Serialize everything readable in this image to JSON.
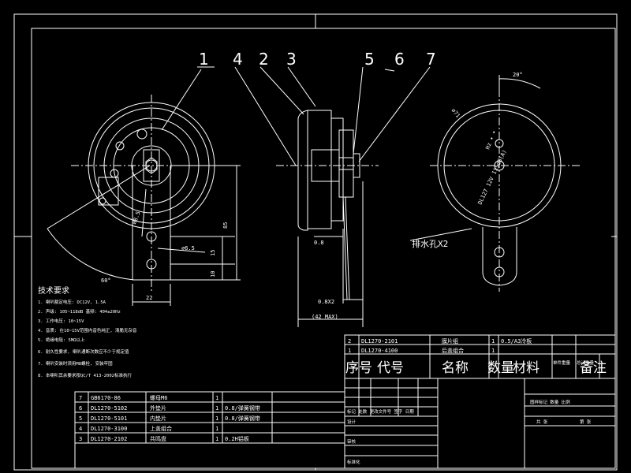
{
  "balloons": [
    "1",
    "4",
    "2",
    "3",
    "5",
    "6",
    "7"
  ],
  "dims": {
    "d85": "85",
    "d15": "15",
    "d10": "10",
    "d22": "22",
    "d65": "⌀6.5",
    "d85b": "⌀8.5",
    "a60": "60°",
    "a20": "20°",
    "d71": "⌀71",
    "d08": "0.8",
    "d08x2": "0.8X2",
    "d42": "(42 MAX)"
  },
  "rear_label": {
    "text1": "DL127 12V 115dB(A)",
    "text2": "Hz ✦ ✦",
    "drain": "排水孔X2"
  },
  "tech_req": {
    "title": "技术要求",
    "lines": [
      "1. 喇叭额定电压: DC12V, 1.5A",
      "2. 声级: 105~118dB  基频: 404±20Hz",
      "3. 工作电压: 10~15V",
      "4. 音质: 在10~15V范围内音色纯正, 清脆无杂音",
      "5. 绝缘电阻: 5MΩ以上",
      "6. 耐久性要求, 喇叭通断次数应不少于规定值",
      "7. 喇叭安装时须用M8螺栓, 安装牢固",
      "8. 本喇叭其余要求按QC/T 413-2002标准执行"
    ]
  },
  "upper_bom": {
    "rows": [
      {
        "no": "2",
        "code": "DL1270-2101",
        "name": "膜片组",
        "qty": "1",
        "mat": "0.5/A3冷板"
      },
      {
        "no": "1",
        "code": "DL1270-4100",
        "name": "后盖组合",
        "qty": "1",
        "mat": ""
      }
    ],
    "header": {
      "no": "序号",
      "code": "代号",
      "name": "名称",
      "qty": "数量",
      "mat": "材料",
      "w1": "单件重量",
      "w2": "总计重量",
      "note": "备注"
    }
  },
  "lower_bom": {
    "rows": [
      {
        "no": "7",
        "code": "GB6170-86",
        "name": "螺母M6",
        "qty": "1",
        "mat": ""
      },
      {
        "no": "6",
        "code": "DL1270-5102",
        "name": "外垫片",
        "qty": "1",
        "mat": "0.8/弹簧钢带"
      },
      {
        "no": "5",
        "code": "DL1270-5101",
        "name": "内垫片",
        "qty": "1",
        "mat": "0.8/弹簧钢带"
      },
      {
        "no": "4",
        "code": "DL1270-3100",
        "name": "上盖组合",
        "qty": "1",
        "mat": ""
      },
      {
        "no": "3",
        "code": "DL1270-2102",
        "name": "共鸣盘",
        "qty": "1",
        "mat": "0.2H铝板"
      }
    ]
  },
  "title_block": {
    "mark_row": "标记 处数 更改文件号 签字 日期",
    "design": "设计",
    "review": "审核",
    "std": "标准化",
    "stage": "图样标记   数量   比例",
    "sheet_total": "共   张",
    "sheet_no": "第   张"
  }
}
